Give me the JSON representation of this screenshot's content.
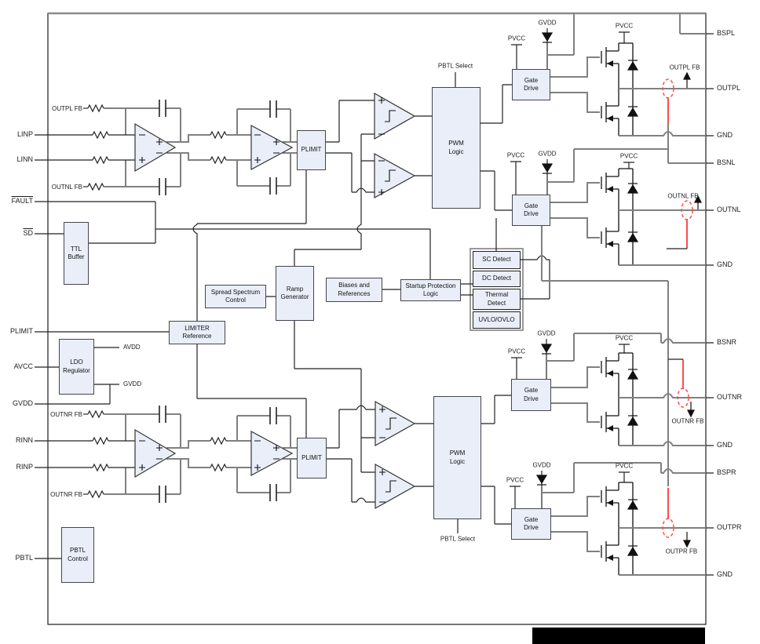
{
  "pins": {
    "left": [
      "LINP",
      "LINN",
      "FAULT",
      "SD",
      "PLIMIT",
      "AVCC",
      "GVDD",
      "RINN",
      "RINP",
      "PBTL"
    ],
    "right": [
      "BSPL",
      "OUTPL",
      "GND",
      "BSNL",
      "OUTNL",
      "GND",
      "BSNR",
      "OUTNR",
      "GND",
      "BSPR",
      "OUTPR",
      "GND"
    ]
  },
  "blocks": {
    "ttl": [
      "TTL",
      "Buffer"
    ],
    "ldo": [
      "LDO",
      "Regulator"
    ],
    "limiter": [
      "LIMITER",
      "Reference"
    ],
    "pbtl": [
      "PBTL",
      "Control"
    ],
    "spread": [
      "Spread Spectrum",
      "Control"
    ],
    "ramp": [
      "Ramp",
      "Generator"
    ],
    "biases": [
      "Biases and",
      "References"
    ],
    "startup": [
      "Startup Protection",
      "Logic"
    ],
    "sc": [
      "SC Detect"
    ],
    "dc": [
      "DC Detect"
    ],
    "thermal": [
      "Thermal",
      "Detect"
    ],
    "uvlo": [
      "UVLO/OVLO"
    ],
    "plimit": [
      "PLIMIT"
    ],
    "pwm": [
      "PWM",
      "Logic"
    ],
    "gatedrive": [
      "Gate",
      "Drive"
    ]
  },
  "labels": {
    "outpl_fb": "OUTPL FB",
    "outnl_fb": "OUTNL FB",
    "outnr_fb": "OUTNR FB",
    "outpr_fb": "OUTPR FB",
    "pvcc": "PVCC",
    "gvdd": "GVDD",
    "avdd": "AVDD",
    "pbtl_select": "PBTL Select"
  },
  "colors": {
    "block_fill": "#e9eef8",
    "block_border": "#45454d",
    "wire_gray": "#808080",
    "wire_black": "#222222",
    "sense_red": "#ff4d4d",
    "redaction": "#000000"
  }
}
